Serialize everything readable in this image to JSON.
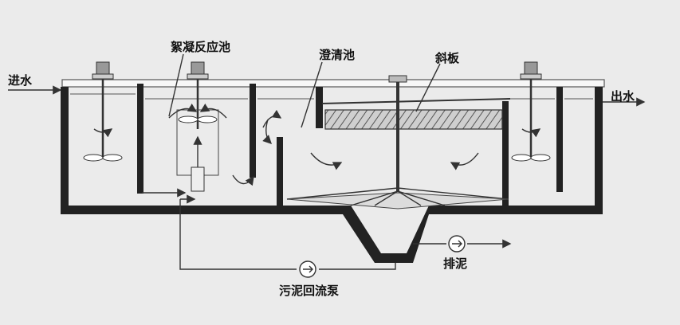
{
  "labels": {
    "inlet": "进水",
    "outlet": "出水",
    "flocculation_tank": "絮凝反应池",
    "clarifier": "澄清池",
    "inclined_plate": "斜板",
    "sludge_discharge": "排泥",
    "sludge_return_pump": "污泥回流泵"
  },
  "colors": {
    "background": "#ebebeb",
    "wall": "#222222",
    "line": "#333333",
    "plate_fill": "#8a8a8a"
  },
  "icons": [
    "mixer-motor-icon",
    "pump-icon",
    "flow-arrow-icon"
  ]
}
